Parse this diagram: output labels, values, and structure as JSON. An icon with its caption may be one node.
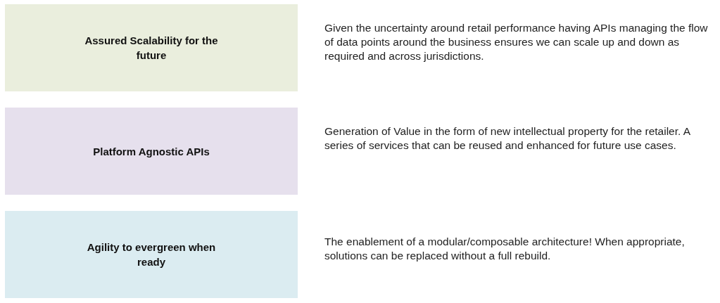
{
  "diagram": {
    "nodes": [
      {
        "text": [
          "Assured Scalability for the future"
        ],
        "beside": [
          "Given the uncertainty around retail performance having APIs managing the flow of data points around the business ensures we can scale up and down as required and across jurisdictions."
        ]
      },
      {
        "text": [
          "Platform Agnostic APIs"
        ],
        "beside": [
          "Generation of Value in the form of new intellectual property for the retailer. A series of services that can be reused and enhanced for future use cases."
        ]
      },
      {
        "text": [
          "Agility to evergreen when ready"
        ],
        "beside": [
          "The enablement of a modular/composable architecture! When appropriate, solutions can be replaced without a full rebuild."
        ]
      }
    ]
  }
}
